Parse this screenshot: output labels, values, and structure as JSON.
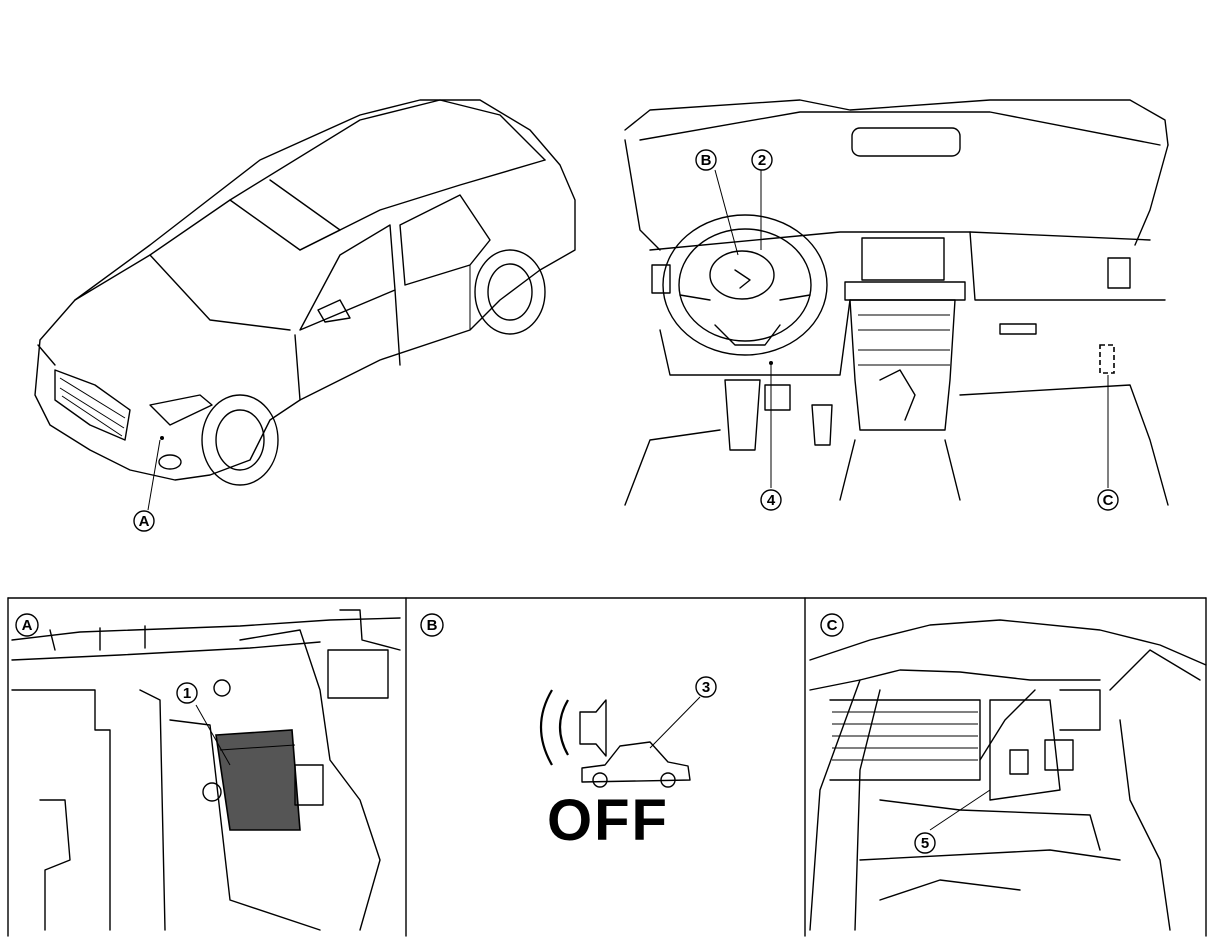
{
  "callouts": {
    "a_main": "A",
    "b_main": "B",
    "c_main": "C",
    "n1": "1",
    "n2": "2",
    "n3": "3",
    "n4": "4",
    "n5": "5",
    "a_panel": "A",
    "b_panel": "B",
    "c_panel": "C"
  },
  "panel_b": {
    "off_text": "OFF"
  },
  "icons": {
    "car_exterior": "car-exterior-icon",
    "dashboard": "dashboard-interior-icon",
    "speaker_car": "speaker-car-icon"
  }
}
